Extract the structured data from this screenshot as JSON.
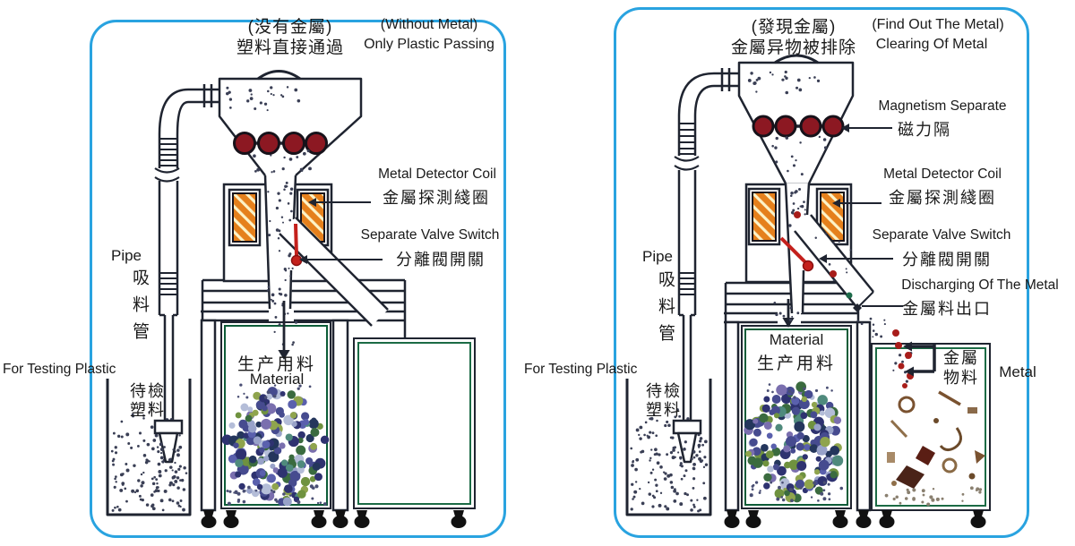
{
  "colors": {
    "panel_border": "#29A3E0",
    "diagram_line": "#1f2430",
    "magnet_red": "#8c1822",
    "coil_orange": "#E5801C",
    "coil_stripe": "#FDF3C8",
    "valve_red": "#C4201C",
    "cabinet_green": "#0d5c38",
    "metal_dot_red": "#A81D1A"
  },
  "left_panel": {
    "title_zh": [
      "(没有金屬)",
      "塑料直接通過"
    ],
    "title_en": [
      "(Without Metal)",
      "Only Plastic Passing"
    ],
    "labels": {
      "metal_detector_en": "Metal Detector Coil",
      "metal_detector_zh": "金屬探測綫圈",
      "valve_en": "Separate Valve Switch",
      "valve_zh": "分離閥開關",
      "pipe_en": "Pipe",
      "pipe_zh": "吸料管",
      "testing_en": "For Testing Plastic",
      "testing_zh_line1": "待檢",
      "testing_zh_line2": "塑料",
      "material_zh": "生产用料",
      "material_en": "Material"
    }
  },
  "right_panel": {
    "title_zh": [
      "(發現金屬)",
      "金屬异物被排除"
    ],
    "title_en": [
      "(Find Out The Metal)",
      "Clearing Of Metal"
    ],
    "labels": {
      "magnetism_en": "Magnetism Separate",
      "magnetism_zh": "磁力隔",
      "metal_detector_en": "Metal Detector Coil",
      "metal_detector_zh": "金屬探測綫圈",
      "valve_en": "Separate Valve Switch",
      "valve_zh": "分離閥開關",
      "discharge_en": "Discharging Of The Metal",
      "discharge_zh": "金屬料出口",
      "pipe_en": "Pipe",
      "pipe_zh": "吸料管",
      "testing_en": "For Testing Plastic",
      "testing_zh_line1": "待檢",
      "testing_zh_line2": "塑料",
      "material_en": "Material",
      "material_zh": "生产用料",
      "metal_box_zh_line1": "金屬",
      "metal_box_zh_line2": "物料",
      "metal_en": "Metal"
    }
  }
}
